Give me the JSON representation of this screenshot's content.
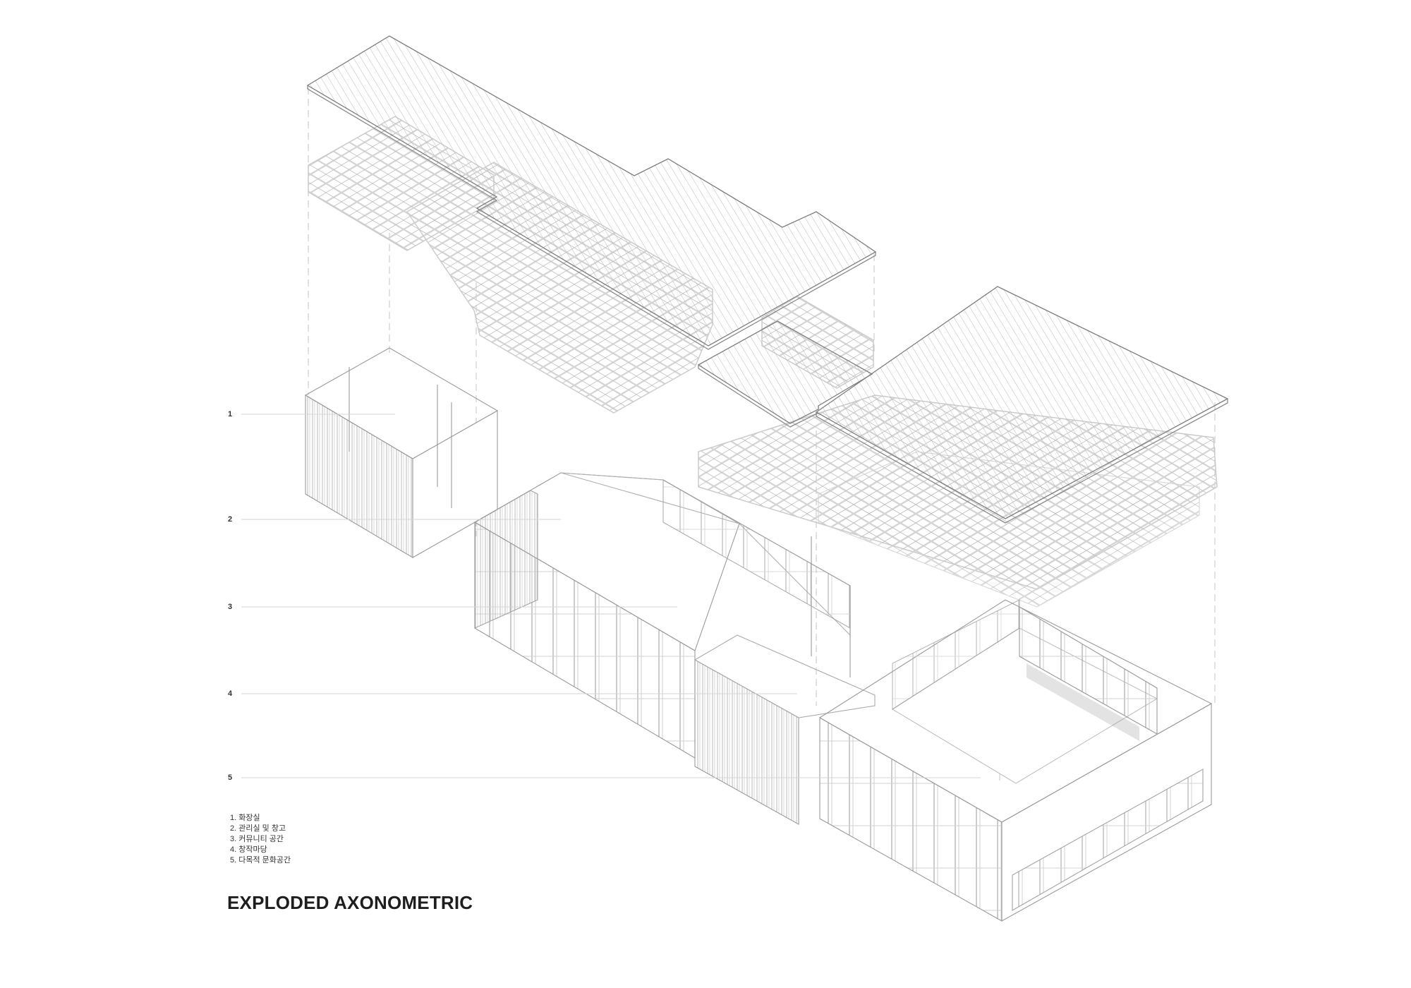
{
  "title": "EXPLODED AXONOMETRIC",
  "levels": [
    {
      "number": "1"
    },
    {
      "number": "2"
    },
    {
      "number": "3"
    },
    {
      "number": "4"
    },
    {
      "number": "5"
    }
  ],
  "legend": [
    {
      "label": "1. 화장실"
    },
    {
      "label": "2. 관리실 및 창고"
    },
    {
      "label": "3. 커뮤니티 공간"
    },
    {
      "label": "4. 창작마당"
    },
    {
      "label": "5. 다목적 문화공간"
    }
  ],
  "drawing": {
    "type": "exploded-axonometric",
    "layers": [
      "roof-panels",
      "space-frame-trusses",
      "walls-and-facades"
    ],
    "colors": {
      "line": "#8a8a8a",
      "light_line": "#c8c8c8",
      "truss": "#d6d6d6",
      "guide": "#bdbdbd",
      "background": "#ffffff"
    }
  }
}
